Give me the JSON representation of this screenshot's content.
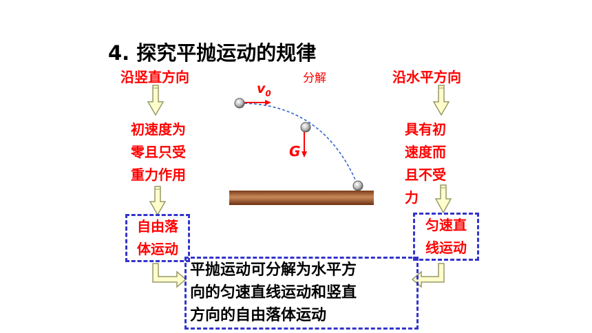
{
  "title": "4. 探究平抛运动的规律",
  "left_header": "沿竖直方向",
  "right_header": "沿水平方向",
  "decompose_label": "分解",
  "velocity_symbol": "v",
  "velocity_subscript": "0",
  "gravity_symbol": "G",
  "left_condition": [
    "初速度为",
    "零且只受",
    "重力作用"
  ],
  "right_condition": [
    "具有初",
    "速度而",
    "且不受",
    "力"
  ],
  "left_result": [
    "自由落",
    "体运动"
  ],
  "right_result": [
    "匀速直",
    "线运动"
  ],
  "conclusion": [
    "平抛运动可分解为水平方",
    "向的匀速直线运动和竖直",
    "方向的自由落体运动"
  ],
  "colors": {
    "label_red": "#ff0000",
    "arrow_fill": "#ffffcc",
    "arrow_stroke": "#999966",
    "dash_blue": "#3333cc",
    "trajectory_blue": "#3366cc",
    "ground_brown": "#a0522d"
  }
}
